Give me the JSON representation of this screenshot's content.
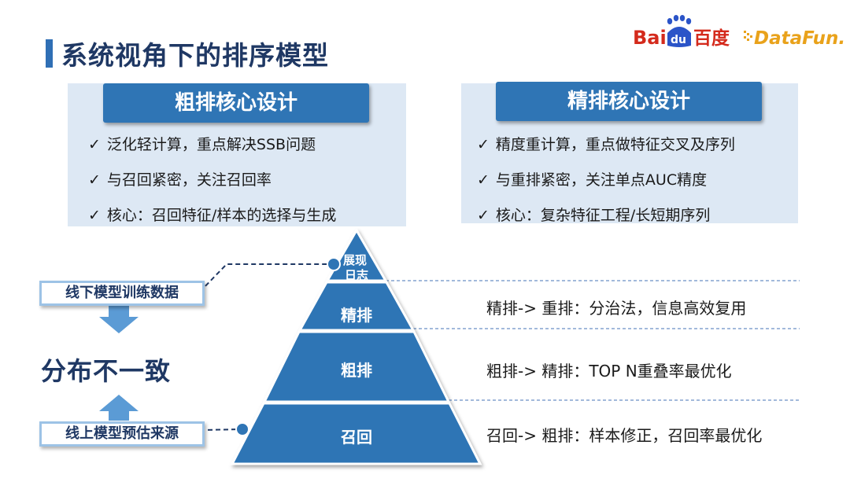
{
  "page": {
    "title": "系统视角下的排序模型"
  },
  "logos": {
    "baidu_text": "Bai",
    "baidu_du": "du",
    "baidu_cn": "百度",
    "datafun": "DataFun."
  },
  "coarse_panel": {
    "title": "粗排核心设计",
    "bullets": [
      "泛化轻计算，重点解决SSB问题",
      "与召回紧密，关注召回率",
      "核心：召回特征/样本的选择与生成"
    ]
  },
  "fine_panel": {
    "title": "精排核心设计",
    "bullets": [
      "精度重计算，重点做特征交叉及序列",
      "与重排紧密，关注单点AUC精度",
      "核心：复杂特征工程/长短期序列"
    ]
  },
  "check_mark": "✓",
  "pyramid": {
    "levels": [
      "展现日志",
      "精排",
      "粗排",
      "召回"
    ],
    "top_lines": [
      "展现",
      "日志"
    ]
  },
  "left": {
    "offline_box": "线下模型训练数据",
    "online_box": "线上模型预估来源",
    "mismatch": "分布不一致"
  },
  "annotations": [
    "精排-> 重排：分治法，信息高效复用",
    "粗排-> 精排：TOP N重叠率最优化",
    "召回-> 粗排：样本修正，召回率最优化"
  ],
  "colors": {
    "accent": "#2f75b5",
    "title": "#1f3864",
    "panel": "#dde8f4",
    "arrow": "#5b9bd5"
  }
}
